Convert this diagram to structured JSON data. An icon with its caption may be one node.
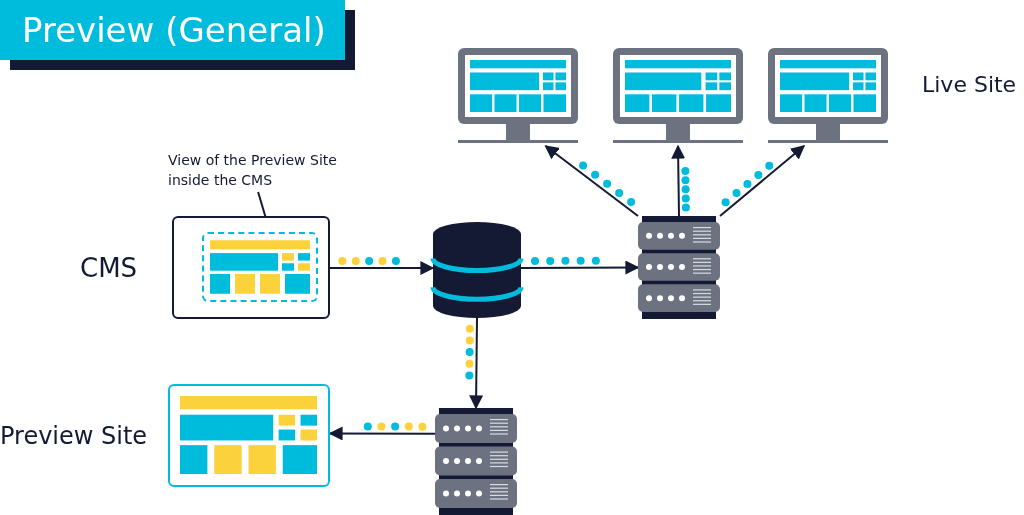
{
  "diagram": {
    "title": "Preview (General)",
    "nodes": [
      {
        "text": [
          "CMS"
        ]
      },
      {
        "text": [],
        "shape": "box",
        "in": 0
      },
      {
        "text": [
          "View of the Preview Site inside the CMS"
        ]
      },
      {
        "text": [],
        "shape": "cylinder"
      },
      {
        "text": [],
        "shape": "server"
      },
      {
        "text": [],
        "shape": "monitor"
      },
      {
        "text": [],
        "shape": "monitor"
      },
      {
        "text": [],
        "shape": "monitor"
      },
      {
        "text": [],
        "shape": "server"
      },
      {
        "text": [
          "Preview Site"
        ]
      }
    ],
    "edges": [
      {
        "from": 2,
        "to": 1,
        "arrow": "none"
      },
      {
        "from": 0,
        "to": 3,
        "arrow": "to"
      },
      {
        "from": 3,
        "to": 4,
        "arrow": "to"
      },
      {
        "from": 4,
        "to": 5,
        "arrow": "to"
      },
      {
        "from": 4,
        "to": 6,
        "arrow": "to"
      },
      {
        "from": 4,
        "to": 7,
        "arrow": "to"
      },
      {
        "from": 3,
        "to": 8,
        "arrow": "to"
      },
      {
        "from": 8,
        "to": 9,
        "arrow": "to"
      }
    ],
    "labels": [
      "Live Site"
    ]
  }
}
